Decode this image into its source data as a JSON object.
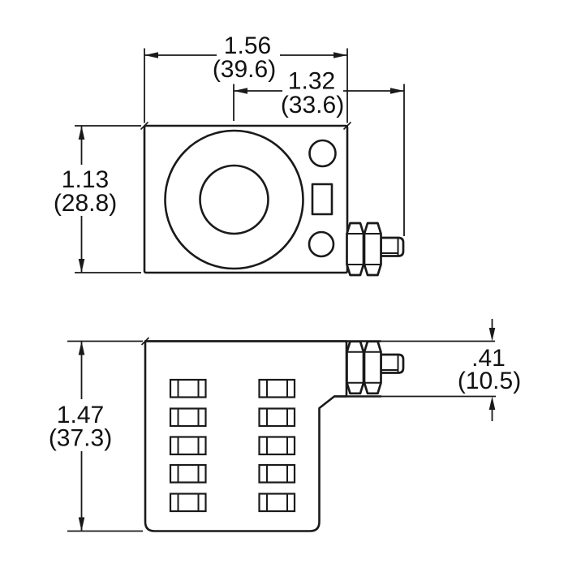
{
  "background": "#ffffff",
  "line_color": "#1a1a1a",
  "text_color": "#111111",
  "dimensions": {
    "overall_width": {
      "inches": "1.56",
      "mm": "(39.6)"
    },
    "center_to_thread_end": {
      "inches": "1.32",
      "mm": "(33.6)"
    },
    "body_height": {
      "inches": "1.13",
      "mm": "(28.8)"
    },
    "overall_height": {
      "inches": "1.47",
      "mm": "(37.3)"
    },
    "connector_drop": {
      "inches": ".41",
      "mm": "(10.5)"
    }
  }
}
